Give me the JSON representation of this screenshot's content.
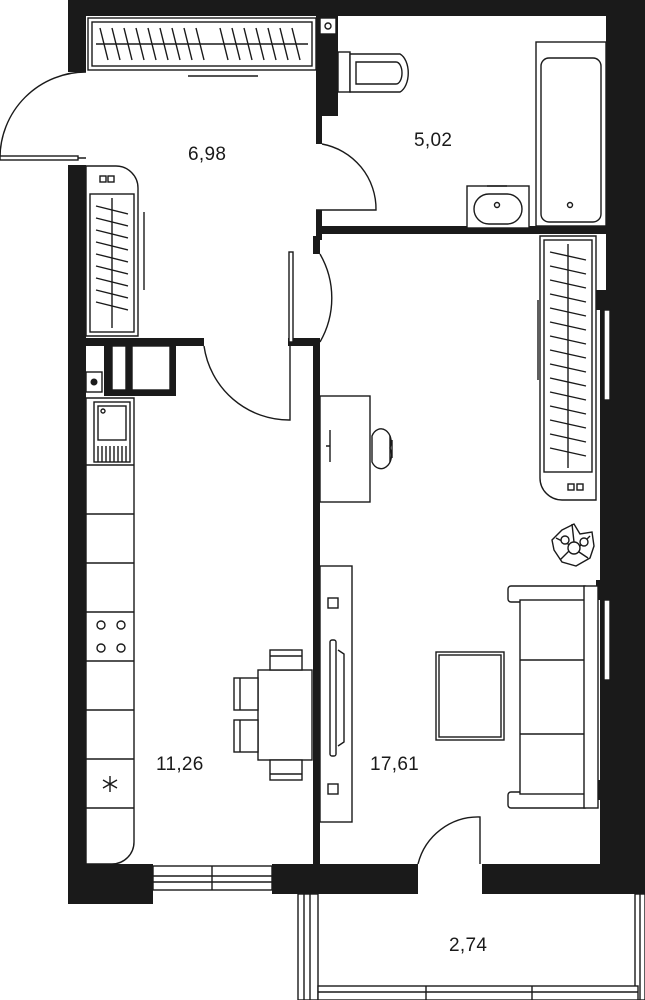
{
  "floor_plan": {
    "rooms": [
      {
        "id": "hallway",
        "area": "6,98"
      },
      {
        "id": "bathroom",
        "area": "5,02"
      },
      {
        "id": "kitchen",
        "area": "11,26"
      },
      {
        "id": "living-room",
        "area": "17,61"
      },
      {
        "id": "balcony",
        "area": "2,74"
      }
    ],
    "colors": {
      "wall": "#1a1a1a",
      "background": "#ffffff",
      "line": "#1a1a1a"
    }
  }
}
